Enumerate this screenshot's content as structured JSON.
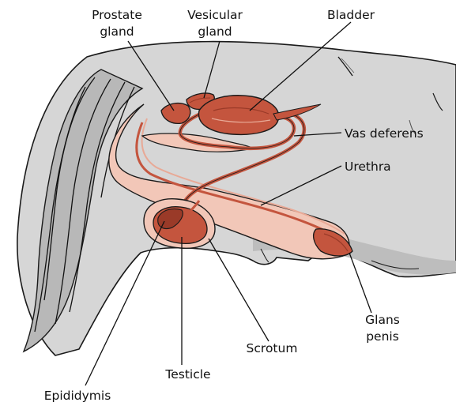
{
  "labels": {
    "prostate_gland": [
      "Prostate",
      "gland"
    ],
    "vesicular_gland": [
      "Vesicular",
      "gland"
    ],
    "bladder": "Bladder",
    "vas_deferens": "Vas deferens",
    "urethra": "Urethra",
    "glans_penis": [
      "Glans",
      "penis"
    ],
    "scrotum": "Scrotum",
    "testicle": "Testicle",
    "epididymis": "Epididymis"
  },
  "colors": {
    "hide_gray": "#d2d2d2",
    "hide_shadow": "#b4b4b4",
    "outline": "#1a1a1a",
    "organ_red": "#c4553e",
    "organ_dark": "#9a3a28",
    "organ_light": "#e8a996",
    "sheath_pink": "#f2c7b8"
  }
}
